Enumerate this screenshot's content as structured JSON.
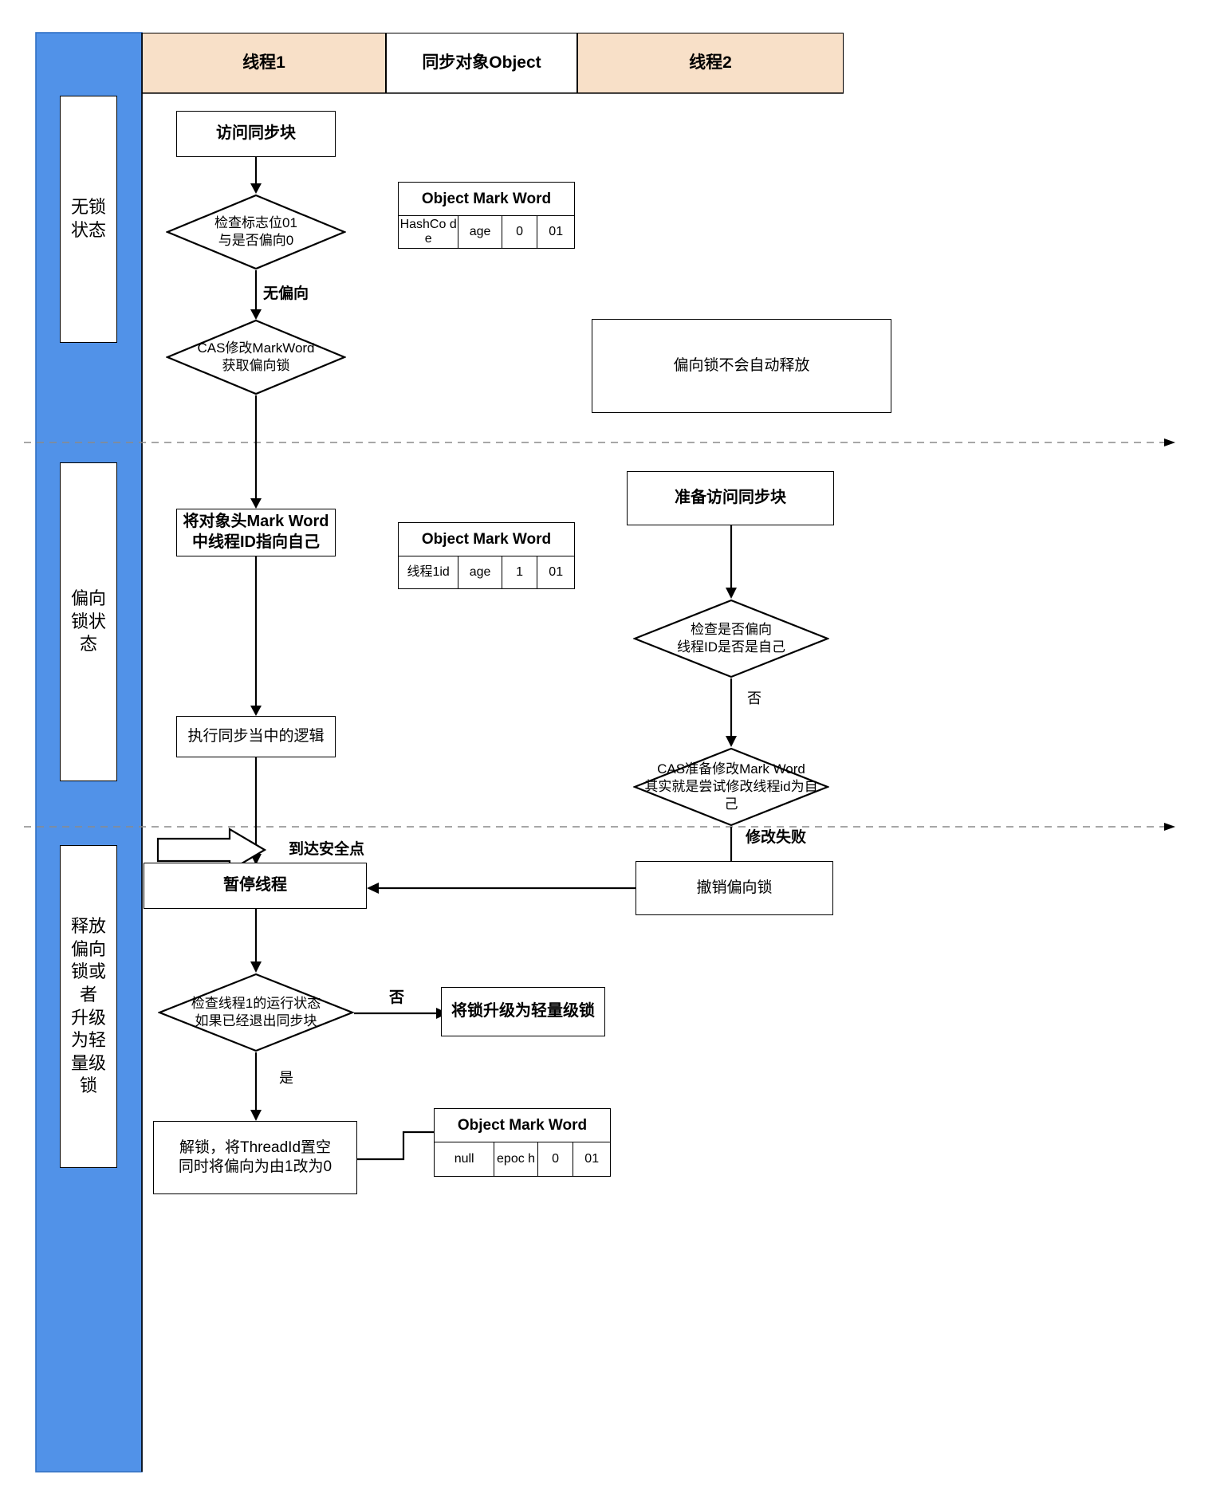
{
  "diagram": {
    "title": "偏向锁流程图",
    "colors": {
      "lane_tan": "#f8e0c8",
      "state_blue": "#5192e8",
      "line": "#000000",
      "background": "#ffffff"
    }
  },
  "lanes": [
    {
      "label": "线程1",
      "style": "tan"
    },
    {
      "label": "同步对象Object",
      "style": "white"
    },
    {
      "label": "线程2",
      "style": "tan"
    }
  ],
  "states": [
    {
      "label": "无锁\n状态"
    },
    {
      "label": "偏向\n锁状\n态"
    },
    {
      "label": "释放\n偏向\n锁或\n者\n升级\n为轻\n量级\n锁"
    }
  ],
  "thread1": {
    "n1_access_sync_block": "访问同步块",
    "n2_check_flag": "检查标志位01\n与是否偏向0",
    "n3_cas_mark_word": "CAS修改MarkWord\n获取偏向锁",
    "n4_point_thread_id": "将对象头Mark Word\n中线程ID指向自己",
    "n5_run_logic": "执行同步当中的逻辑",
    "n6_pause_thread": "暂停线程",
    "n7_check_thread1_state": "检查线程1的运行状态\n如果已经退出同步块",
    "n8_unlock_clear": "解锁，将ThreadId置空\n同时将偏向为由1改为0",
    "n9_upgrade_lightweight": "将锁升级为轻量级锁"
  },
  "thread2": {
    "m1_prepare_access": "准备访问同步块",
    "m2_check_bias_self": "检查是否偏向\n线程ID是否是自己",
    "m3_cas_prepare": "CAS准备修改Mark Word\n其实就是尝试修改线程id为自\n己",
    "m4_revoke_bias": "撤销偏向锁"
  },
  "notes": {
    "bias_not_auto_release": "偏向锁不会自动释放"
  },
  "edge_labels": {
    "no_bias": "无偏向",
    "no_1": "否",
    "modify_failed": "修改失败",
    "safepoint": "到达安全点",
    "no_2": "否",
    "yes": "是"
  },
  "mark_words": [
    {
      "title": "Object Mark Word",
      "cells": [
        "HashCo de",
        "age",
        "0",
        "01"
      ]
    },
    {
      "title": "Object Mark Word",
      "cells": [
        "线程1id",
        "age",
        "1",
        "01"
      ]
    },
    {
      "title": "Object Mark Word",
      "cells": [
        "null",
        "epoc h",
        "0",
        "01"
      ]
    }
  ]
}
